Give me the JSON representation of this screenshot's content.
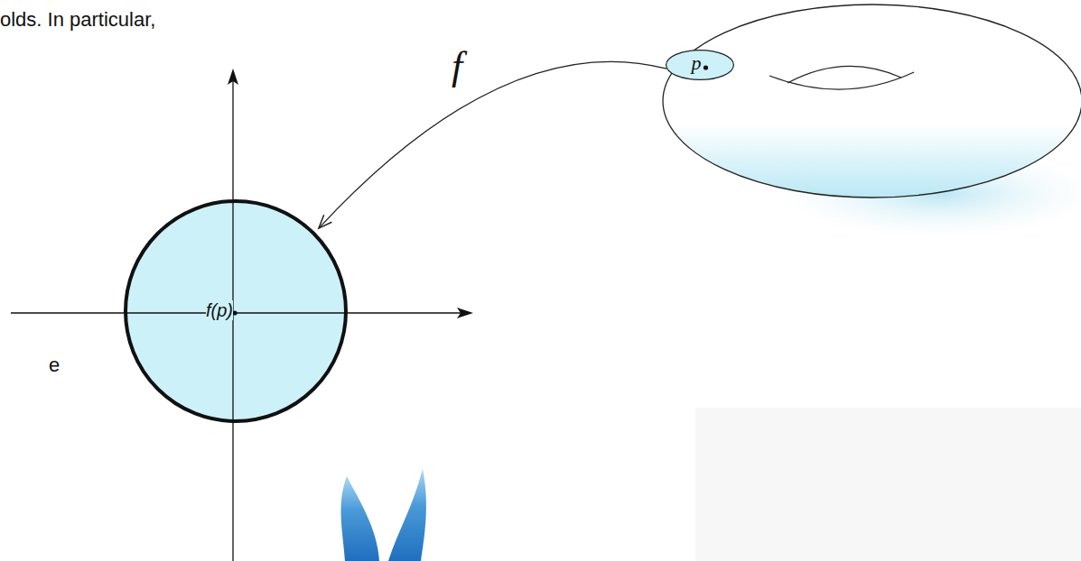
{
  "diagram": {
    "nodes": [
      {
        "text": [
          "p"
        ]
      },
      {
        "text": [
          "f(p)"
        ]
      }
    ],
    "edges": [
      {
        "from": 0,
        "to": 1,
        "arrow": "to",
        "label": "f"
      }
    ],
    "labels": [
      "olds. In particular,",
      "e"
    ]
  }
}
